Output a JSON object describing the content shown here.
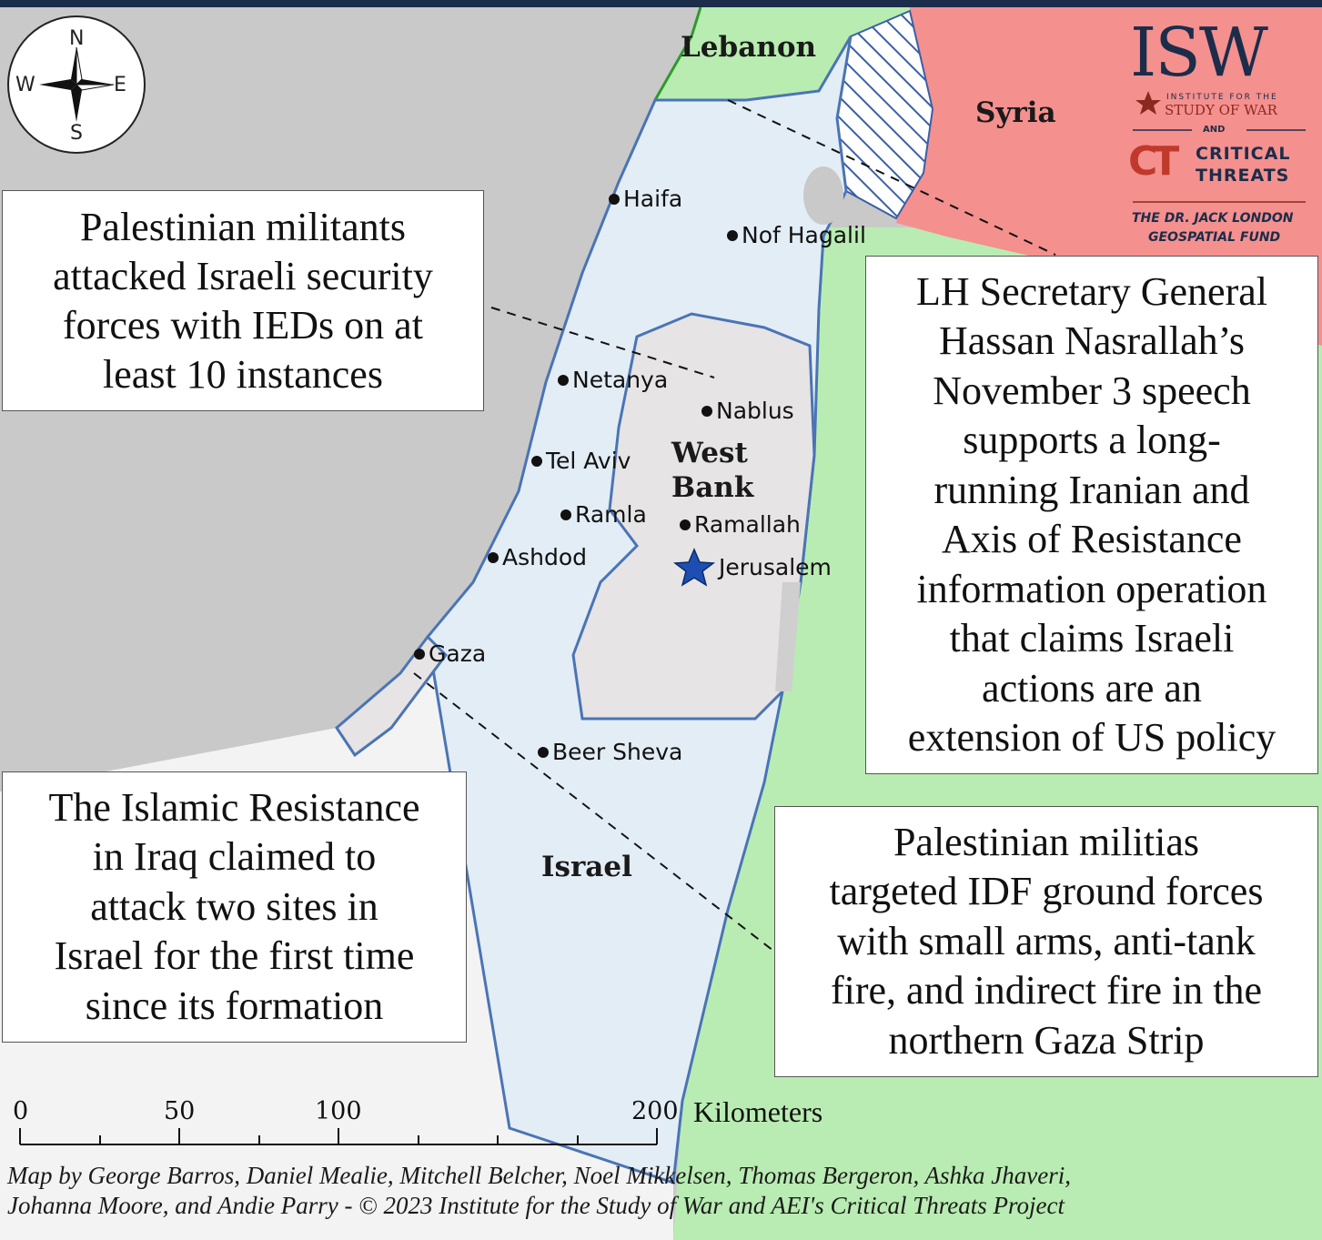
{
  "regions": {
    "lebanon": "Lebanon",
    "syria": "Syria",
    "west_bank_line1": "West",
    "west_bank_line2": "Bank",
    "israel": "Israel"
  },
  "cities": [
    {
      "name": "Haifa"
    },
    {
      "name": "Nof Hagalil"
    },
    {
      "name": "Netanya"
    },
    {
      "name": "Nablus"
    },
    {
      "name": "Tel Aviv"
    },
    {
      "name": "Ramla"
    },
    {
      "name": "Ramallah"
    },
    {
      "name": "Ashdod"
    },
    {
      "name": "Jerusalem"
    },
    {
      "name": "Gaza"
    },
    {
      "name": "Beer Sheva"
    }
  ],
  "callouts": {
    "ied": [
      "Palestinian militants",
      "attacked Israeli security",
      "forces with IEDs on at",
      "least 10 instances"
    ],
    "nasrallah": [
      "LH Secretary General",
      "Hassan Nasrallah’s",
      "November 3 speech",
      "supports a long-",
      "running Iranian and",
      "Axis of Resistance",
      "information operation",
      "that claims Israeli",
      "actions are an",
      "extension of US policy"
    ],
    "iraq": [
      "The Islamic Resistance",
      "in Iraq claimed to",
      "attack two sites in",
      "Israel for the first time",
      "since its formation"
    ],
    "gaza": [
      "Palestinian militias",
      "targeted IDF ground forces",
      "with small arms, anti-tank",
      "fire, and indirect fire in the",
      "northern Gaza Strip"
    ]
  },
  "compass": {
    "n": "N",
    "s": "S",
    "e": "E",
    "w": "W"
  },
  "logo": {
    "isw": "ISW",
    "isw_line1": "INSTITUTE FOR THE",
    "isw_line2": "STUDY OF WAR",
    "and": "AND",
    "ct_mark": "CT",
    "ct_line1": "CRITICAL",
    "ct_line2": "THREATS",
    "fund_line1": "THE DR. JACK LONDON",
    "fund_line2": "GEOSPATIAL FUND"
  },
  "scale": {
    "ticks": [
      "0",
      "50",
      "100",
      "200"
    ],
    "unit": "Kilometers"
  },
  "credit": {
    "line1": "Map by George Barros, Daniel Mealie, Mitchell Belcher, Noel Mikkelsen, Thomas Bergeron, Ashka Jhaveri,",
    "line2": "Johanna Moore, and Andie Parry - © 2023 Institute for the Study of War and AEI's Critical Threats Project"
  },
  "colors": {
    "sea": "#c9c9c9",
    "israel_fill": "#e3edf6",
    "west_bank_fill": "#e6e4e4",
    "lebanon_fill": "#b8ecb0",
    "jordan_fill": "#b9ecb2",
    "syria_fill": "#f4908e",
    "border_blue": "#4a74b5",
    "isw_accent": "#8a2a1f",
    "navy": "#1b2d4a"
  }
}
